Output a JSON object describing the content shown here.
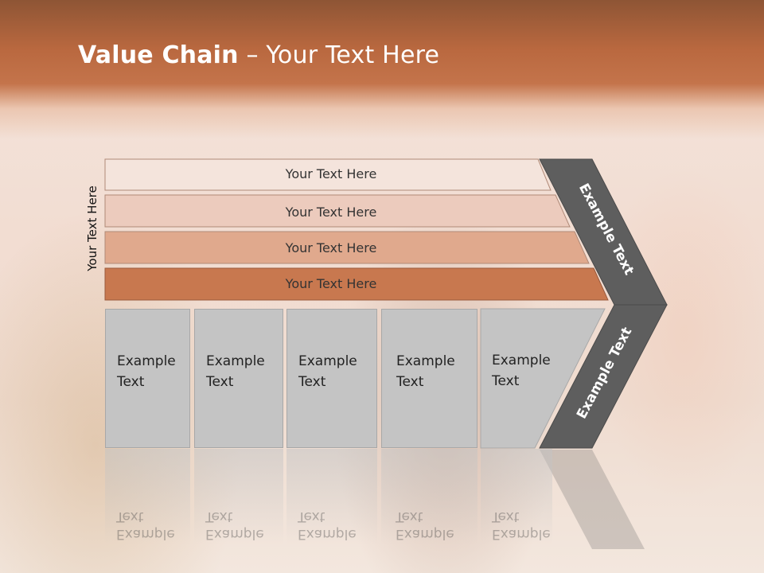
{
  "slide": {
    "title_bold": "Value Chain",
    "title_rest": " – Your Text Here",
    "side_label": "Your Text Here",
    "bands": [
      {
        "label": "Your Text Here",
        "color": "#f4e4dc"
      },
      {
        "label": "Your Text Here",
        "color": "#eccbbd"
      },
      {
        "label": "Your Text Here",
        "color": "#e0a98d"
      },
      {
        "label": "Your Text Here",
        "color": "#c8784f"
      }
    ],
    "boxes": [
      {
        "line1": "Example",
        "line2": "Text"
      },
      {
        "line1": "Example",
        "line2": "Text"
      },
      {
        "line1": "Example",
        "line2": "Text"
      },
      {
        "line1": "Example",
        "line2": "Text"
      },
      {
        "line1": "Example",
        "line2": "Text"
      }
    ],
    "chevron_top": "Example Text",
    "chevron_bottom": "Example Text",
    "colors": {
      "chevron": "#5e5e5e",
      "box": "#c4c4c4",
      "accent": "#c4744b"
    }
  }
}
